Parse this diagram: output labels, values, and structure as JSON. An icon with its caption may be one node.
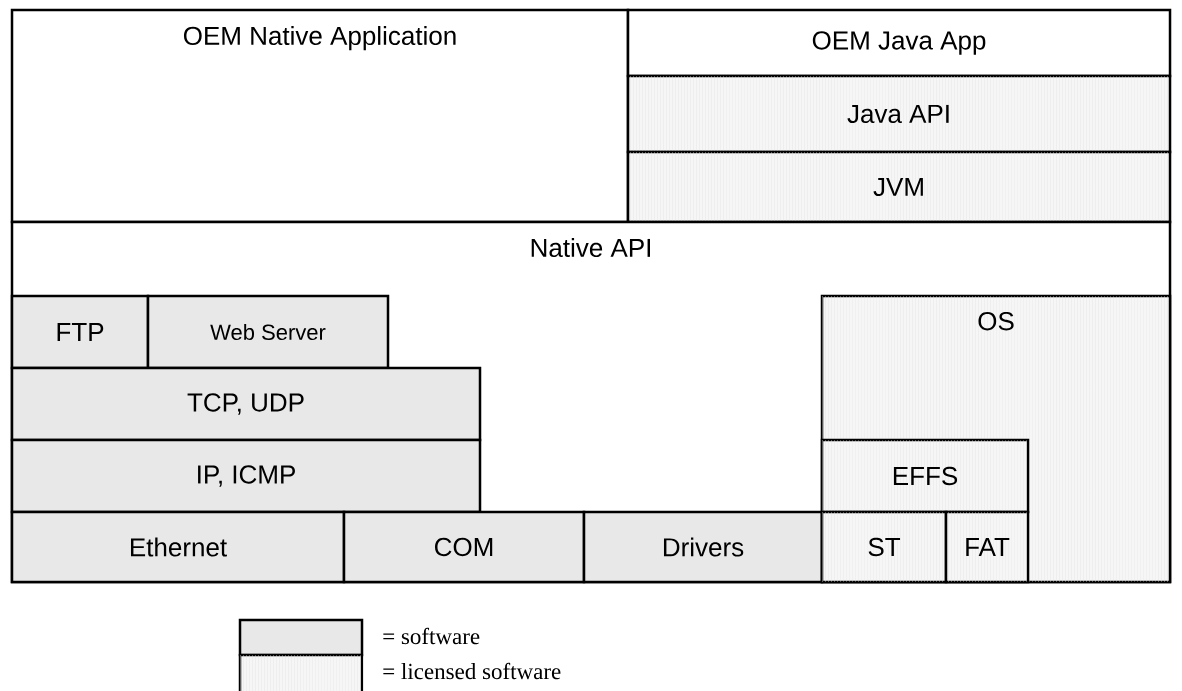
{
  "diagram": {
    "nodes": [
      {
        "text": [
          "OEM Native Application"
        ]
      },
      {
        "text": [
          "OEM Java App"
        ]
      },
      {
        "text": [
          "Java API"
        ]
      },
      {
        "text": [
          "JVM"
        ]
      },
      {
        "text": [
          "Native API"
        ]
      },
      {
        "text": [
          "FTP"
        ],
        "in": 4
      },
      {
        "text": [
          "Web Server"
        ],
        "in": 4
      },
      {
        "text": [
          "TCP, UDP"
        ],
        "in": 4
      },
      {
        "text": [
          "IP, ICMP"
        ],
        "in": 4
      },
      {
        "text": [
          "Ethernet"
        ],
        "in": 4
      },
      {
        "text": [
          "COM"
        ],
        "in": 4
      },
      {
        "text": [
          "Drivers"
        ],
        "in": 4
      },
      {
        "text": [
          "OS"
        ],
        "in": 4
      },
      {
        "text": [
          "EFFS"
        ],
        "in": 12
      },
      {
        "text": [
          "ST"
        ],
        "in": 12
      },
      {
        "text": [
          "FAT"
        ],
        "in": 12
      }
    ],
    "legend": [
      {
        "text": "= software",
        "color": "#e8e8e8"
      },
      {
        "text": "= licensed software"
      }
    ]
  }
}
